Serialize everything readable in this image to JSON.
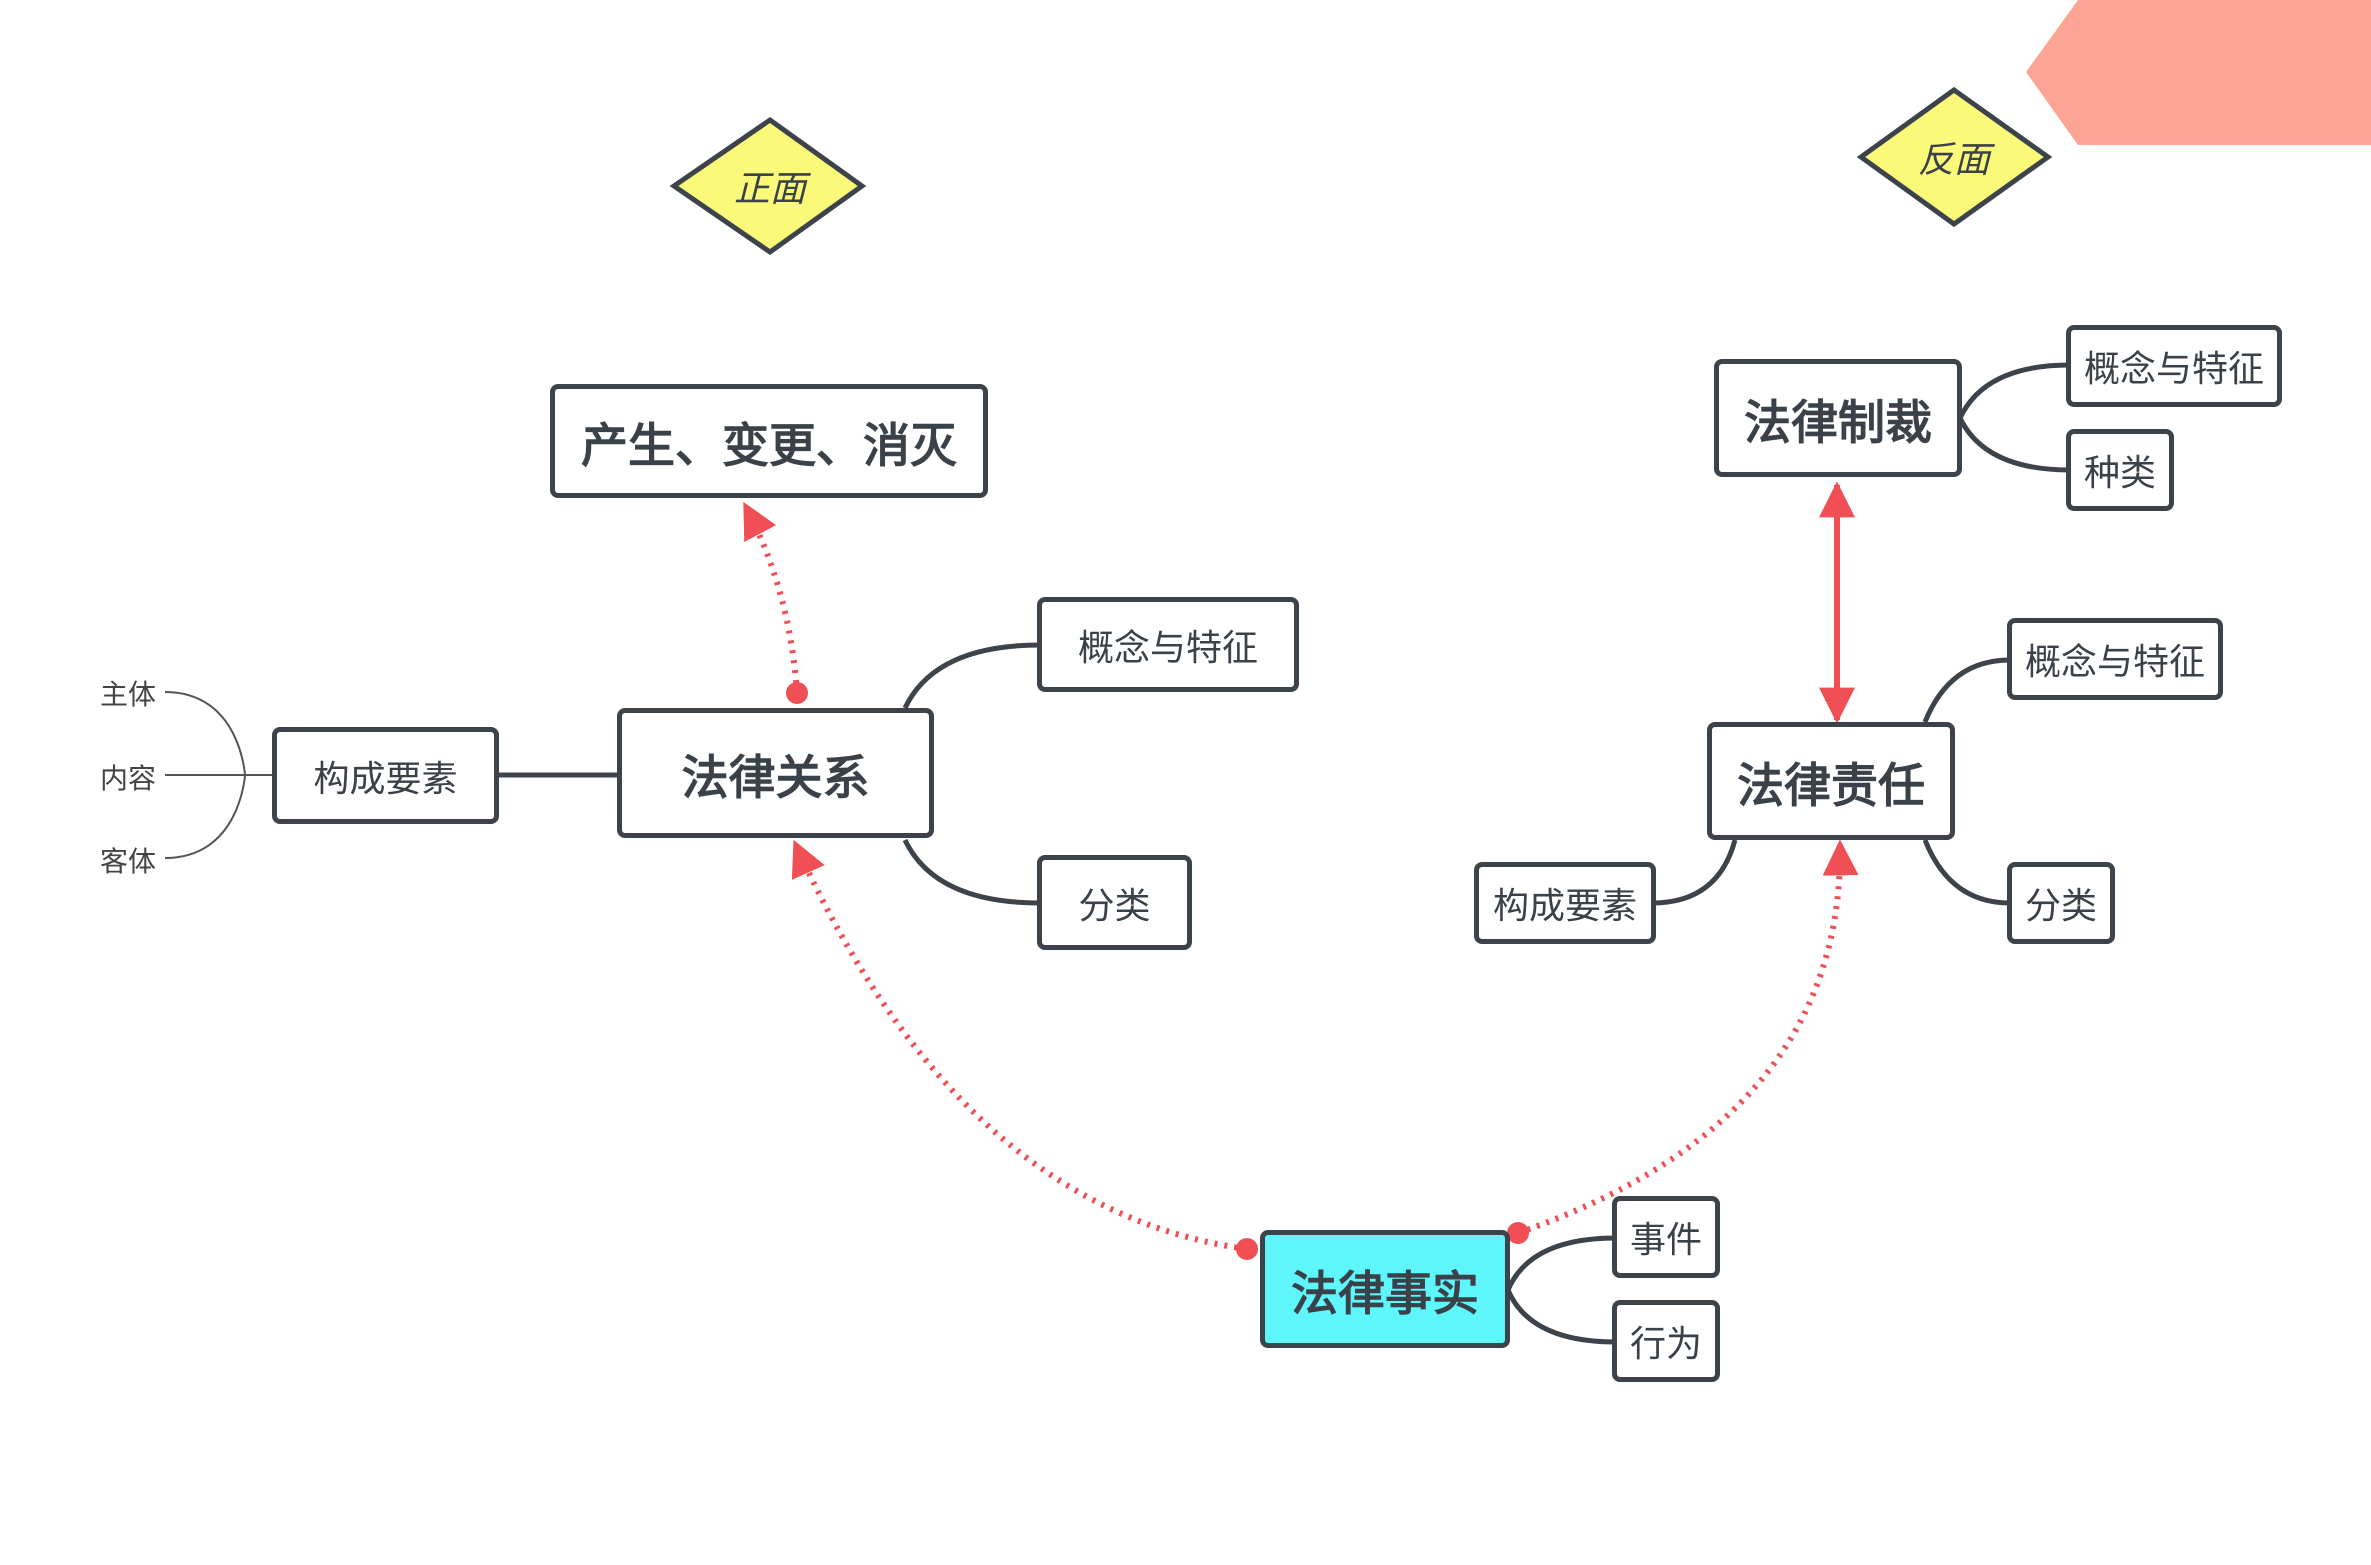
{
  "labels": {
    "front": "正面",
    "back": "反面"
  },
  "left": {
    "origin_node": "产生、变更、消灭",
    "relation": "法律关系",
    "concept": "概念与特征",
    "category": "分类",
    "elements": "构成要素",
    "element_items": [
      "主体",
      "内容",
      "客体"
    ]
  },
  "right": {
    "sanction": "法律制裁",
    "sanction_concept": "概念与特征",
    "sanction_kind": "种类",
    "liability": "法律责任",
    "liability_concept": "概念与特征",
    "liability_category": "分类",
    "liability_elements": "构成要素"
  },
  "bottom": {
    "fact": "法律事实",
    "event": "事件",
    "act": "行为"
  },
  "colors": {
    "node_border": "#3d434b",
    "diamond_fill": "#fbf97a",
    "highlight_fill": "#5ef5fb",
    "relation_line": "#ef4f55",
    "corner_accent": "#fca595"
  }
}
